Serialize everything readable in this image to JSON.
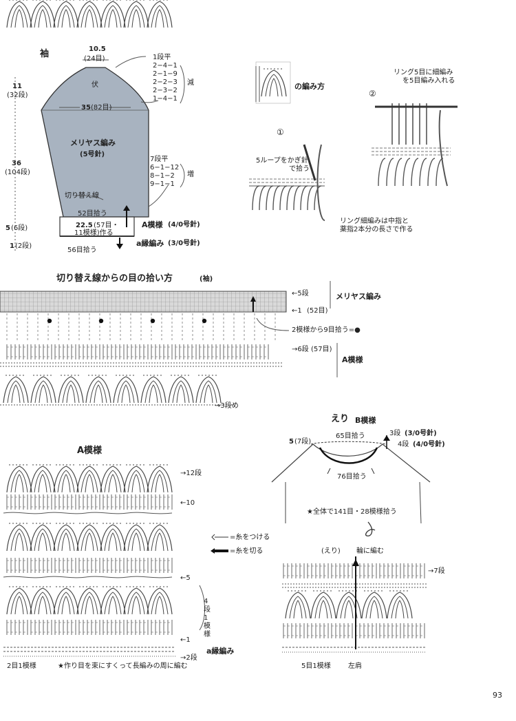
{
  "sleeve": {
    "title": "袖",
    "top_width": "10.5",
    "top_stitches": "(24目)",
    "cap_height": "11",
    "cap_rows": "(32段)",
    "body_height": "36",
    "body_rows": "(104段)",
    "band_height": "5",
    "band_rows": "(6段)",
    "edge_height": "1",
    "edge_rows": "(2段)",
    "bind_off": "伏",
    "width_label": "35",
    "width_stitches": "(82目)",
    "fabric": "メリヤス編み",
    "needle": "(5号針)",
    "switch_line": "切り替え線",
    "pickup_52": "52目拾う",
    "band_width": "22.5",
    "band_detail": "(57目・",
    "band_detail2": "11模様)作る",
    "pickup_56": "56目拾う",
    "pattern_a_label": "A模様",
    "pattern_a_needle": "(4/0号針)",
    "edge_a_label": "a縁編み",
    "edge_a_needle": "(3/0号針)",
    "dec_lines": [
      "1段平",
      "2−4−1",
      "2−1−9",
      "2−2−3",
      "2−3−2",
      "1−4−1"
    ],
    "dec_label": "減",
    "inc_lines": [
      "7段平",
      "6−1−12",
      "8−1−2",
      "9−1−1"
    ],
    "inc_label": "増"
  },
  "howto": {
    "title": "の編み方",
    "step1": "①",
    "step2": "②",
    "step1_note": [
      "5ループをかぎ針",
      "で拾う"
    ],
    "step2_note": [
      "リング5目に細編み",
      "を5目編み入れる"
    ],
    "bottom_note": [
      "リング細編みは中指と",
      "薬指2本分の長さで作る"
    ]
  },
  "pickup": {
    "title": "切り替え線からの目の拾い方",
    "title_sub": "(袖)",
    "row5": "←5段",
    "row1": "←1",
    "row1_st": "(52目)",
    "stockinette": "メリヤス編み",
    "pick_note": "2模様から9目拾う=●",
    "row6": "→6段",
    "row6_st": "(57目)",
    "pattern_a": "A模様",
    "row3": "→3段め"
  },
  "pattern_a": {
    "title": "A模様",
    "row12": "→12段",
    "row10": "←10",
    "row5": "←5",
    "row4": "4",
    "row4b": "段",
    "row4c": "1",
    "row4d": "模",
    "row4e": "様",
    "row1": "←1",
    "row2": "→2段",
    "edge": "a縁編み",
    "repeat": "2目1模様",
    "note": "★作り目を束にすくって長編みの周に編む",
    "legend_attach": "=糸をつける",
    "legend_cut": "=糸を切る"
  },
  "collar": {
    "title": "えり",
    "subtitle": "B模様",
    "side_rows": "5",
    "side_rows2": "(7段)",
    "pick65": "65目拾う",
    "pick76": "76目拾う",
    "rows3": "3段",
    "rows3_needle": "(3/0号針)",
    "rows4": "4段",
    "rows4_needle": "(4/0号針)",
    "total": "★全体で141目・28模様拾う",
    "ring_label": "(えり)",
    "ring_note": "輪に編む",
    "row7": "→7段",
    "repeat": "5目1模様",
    "left_shoulder": "左肩"
  },
  "page_number": "93"
}
